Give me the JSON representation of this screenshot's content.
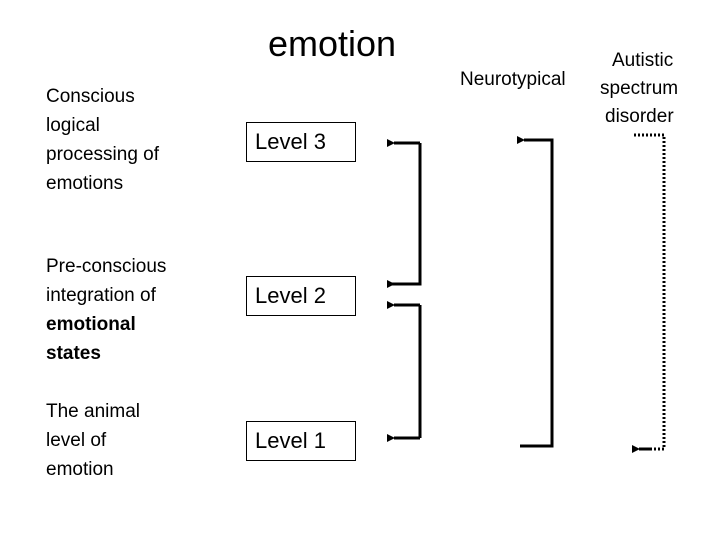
{
  "title": "emotion",
  "descriptions": [
    {
      "lines": [
        "Conscious",
        "logical",
        "processing of",
        "emotions"
      ],
      "bold_lines": []
    },
    {
      "lines": [
        "Pre-conscious",
        "integration of"
      ],
      "bold_lines": [
        "emotional",
        "states"
      ]
    },
    {
      "lines": [
        "The animal",
        "level of",
        "emotion"
      ],
      "bold_lines": []
    }
  ],
  "levels": [
    "Level 3",
    "Level 2",
    "Level 1"
  ],
  "columns": {
    "neurotypical": "Neurotypical",
    "asd": [
      "Autistic",
      "spectrum",
      "disorder"
    ]
  },
  "colors": {
    "line": "#000000",
    "background": "#ffffff"
  }
}
